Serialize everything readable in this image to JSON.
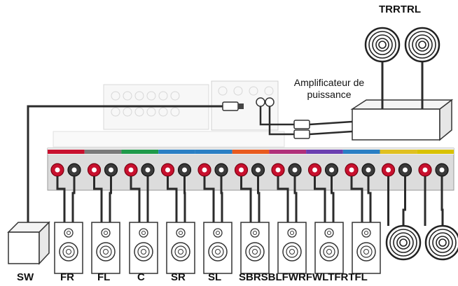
{
  "amplifier": {
    "line1": "Amplificateur de",
    "line2": "puissance"
  },
  "top_label": "TRRTRL",
  "bottom_labels": {
    "sw": "SW",
    "fr": "FR",
    "fl": "FL",
    "c": "C",
    "sr": "SR",
    "sl": "SL",
    "group": "SBRSBLFWRFWLTFRTFL"
  },
  "colors": {
    "wire": "#2b2b2b",
    "terminal_red": "#c8102e",
    "panel_gray": "#d9d9d9",
    "speaker_fill": "#ffffff",
    "faded_panel": "#ececec",
    "strip_colors": [
      "#c8102e",
      "#7a7a7a",
      "#1f9a4a",
      "#2a7fc4",
      "#2a7fc4",
      "#e85a1e",
      "#b0307a",
      "#6a3fb0",
      "#2a7fc4",
      "#e0c020",
      "#d9c200"
    ]
  }
}
